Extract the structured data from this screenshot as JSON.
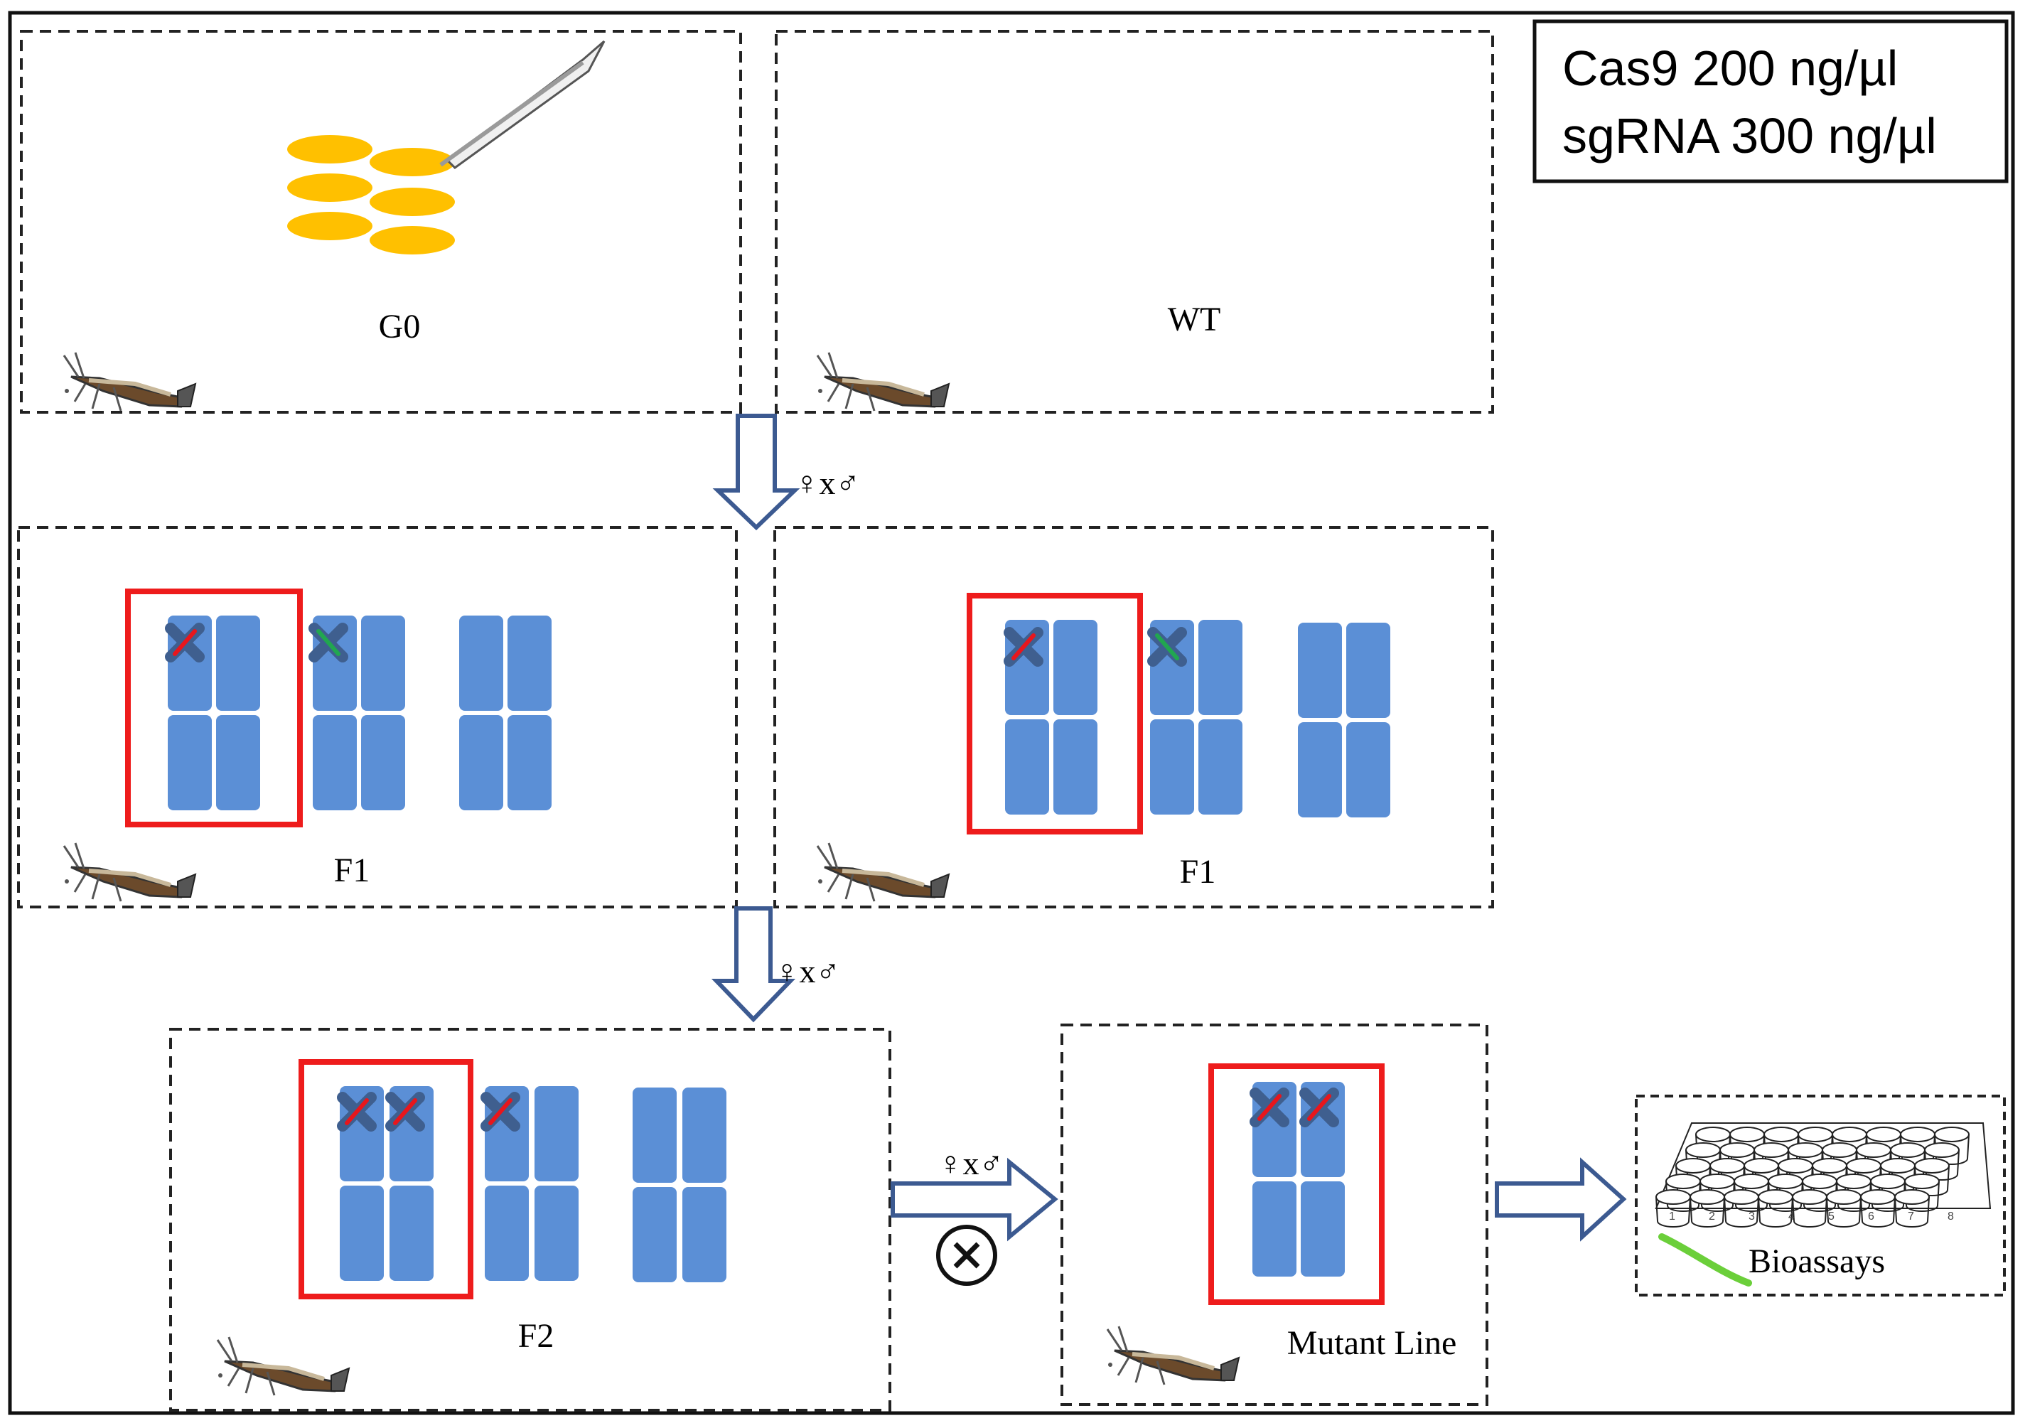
{
  "info_box": {
    "line1": "Cas9 200 ng/µl",
    "line2": "sgRNA 300 ng/µl"
  },
  "panels": {
    "g0": {
      "label": "G0"
    },
    "wt": {
      "label": "WT"
    },
    "f1_left": {
      "label": "F1"
    },
    "f1_right": {
      "label": "F1"
    },
    "f2": {
      "label": "F2"
    },
    "mutant": {
      "label": "Mutant Line"
    },
    "bioassay": {
      "label": "Bioassays",
      "well_numbers": [
        "1",
        "2",
        "3",
        "4",
        "5",
        "6",
        "7",
        "8"
      ]
    }
  },
  "cross_labels": {
    "first": "♀x♂",
    "second": "♀x♂",
    "third": "♀x♂"
  },
  "colors": {
    "chromosome": "#5b8fd6",
    "highlight_box": "#ee1c1c",
    "arrow_outline": "#3c5a91",
    "egg": "#ffc000",
    "mutation_red": "#e8161c",
    "mutation_green": "#21a650",
    "larva": "#6bcf3a"
  },
  "icons": {
    "injection": "needle-icon",
    "insect": "grasshopper-icon",
    "self_cross": "circled-x-icon",
    "mutation": "cross-mark-icon"
  }
}
